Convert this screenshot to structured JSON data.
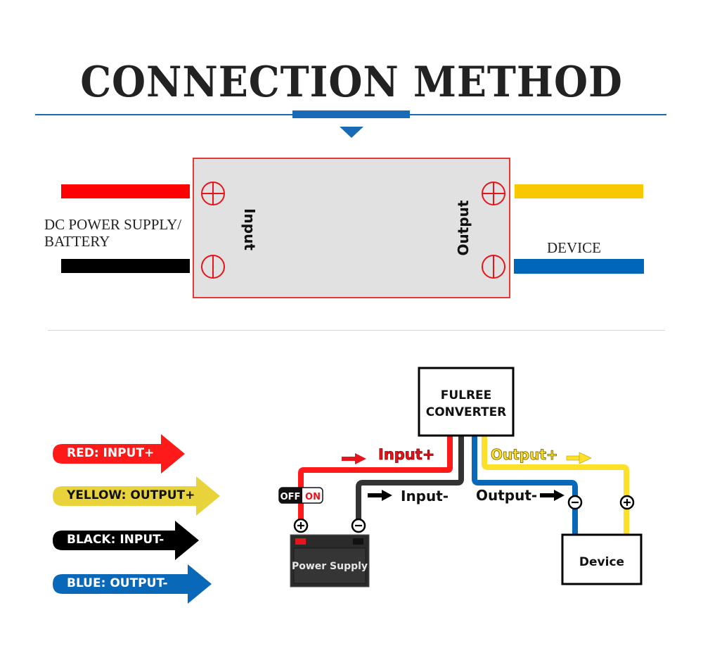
{
  "title": "CONNECTION METHOD",
  "colors": {
    "accent_blue": "#1a6bb5",
    "red": "#ff0000",
    "yellow": "#f8c800",
    "black": "#000000",
    "blue": "#0066b8",
    "module_fill": "#e1e1e1",
    "module_border": "#e53935"
  },
  "top_diagram": {
    "left_label": [
      "DC POWER SUPPLY/",
      "BATTERY"
    ],
    "right_label": "DEVICE",
    "module": {
      "input_label": "Input",
      "output_label": "Output",
      "terminals": [
        {
          "side": "input",
          "polarity": "positive",
          "icon": "plus-circle-icon"
        },
        {
          "side": "input",
          "polarity": "negative",
          "icon": "minus-circle-icon"
        },
        {
          "side": "output",
          "polarity": "positive",
          "icon": "plus-circle-icon"
        },
        {
          "side": "output",
          "polarity": "negative",
          "icon": "minus-circle-icon"
        }
      ]
    },
    "wires": [
      {
        "name": "input-positive",
        "color": "red"
      },
      {
        "name": "input-negative",
        "color": "black"
      },
      {
        "name": "output-positive",
        "color": "yellow"
      },
      {
        "name": "output-negative",
        "color": "blue"
      }
    ]
  },
  "legend": [
    {
      "label": "RED: INPUT+",
      "color": "#ff1a1a",
      "text_color": "#ffffff"
    },
    {
      "label": "YELLOW: OUTPUT+",
      "color": "#e8d43a",
      "text_color": "#111111"
    },
    {
      "label": "BLACK: INPUT-",
      "color": "#000000",
      "text_color": "#ffffff"
    },
    {
      "label": "BLUE: OUTPUT-",
      "color": "#0a68b8",
      "text_color": "#ffffff"
    }
  ],
  "wiring": {
    "converter_label": [
      "FULREE",
      "CONVERTER"
    ],
    "input_plus_label": "Input+",
    "input_minus_label": "Input-",
    "output_plus_label": "Output+",
    "output_minus_label": "Output-",
    "switch": {
      "off_label": "OFF",
      "on_label": "ON",
      "state": "ON"
    },
    "power_supply_label": "Power Supply",
    "device_label": "Device",
    "plus_symbol": "+",
    "minus_symbol": "−"
  }
}
